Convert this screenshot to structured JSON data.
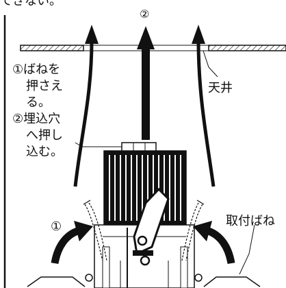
{
  "top_text": "できない。",
  "labels": {
    "marker_top": "②",
    "ceiling": "天井",
    "mounting_spring": "取付ばね",
    "marker_left": "①"
  },
  "note": {
    "line1": "①ばねを",
    "line2": "押さえ",
    "line3": "る。",
    "line4": "②埋込穴",
    "line5": "へ押し",
    "line6": "込む。"
  }
}
